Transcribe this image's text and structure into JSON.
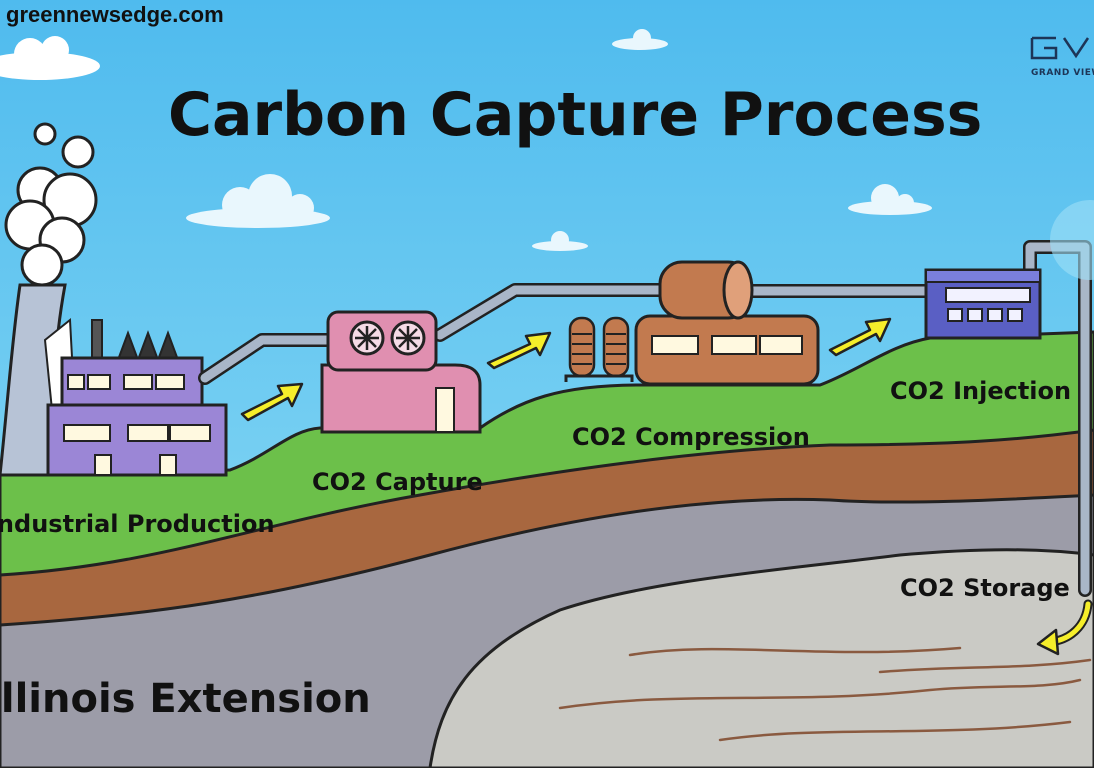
{
  "site": "greennewsedge.com",
  "title": "Carbon Capture Process",
  "stages": {
    "industrial_production": "Industrial Production",
    "co2_capture": "CO2 Capture",
    "co2_compression": "CO2 Compression",
    "co2_injection": "CO2 Injection",
    "co2_storage": "CO2 Storage"
  },
  "footer": "Illinois Extension",
  "brand": "GRAND VIEW",
  "colors": {
    "sky": "#5fc6ef",
    "grass": "#6cc04a",
    "soil": "#a8673f",
    "rock": "#9b9ba8",
    "storage": "#c9c9c4",
    "factory": "#9b86d6",
    "capture_unit": "#e08fb0",
    "compressor": "#c27a4f",
    "injector": "#5a5fc4",
    "arrow": "#f6ee2a"
  }
}
